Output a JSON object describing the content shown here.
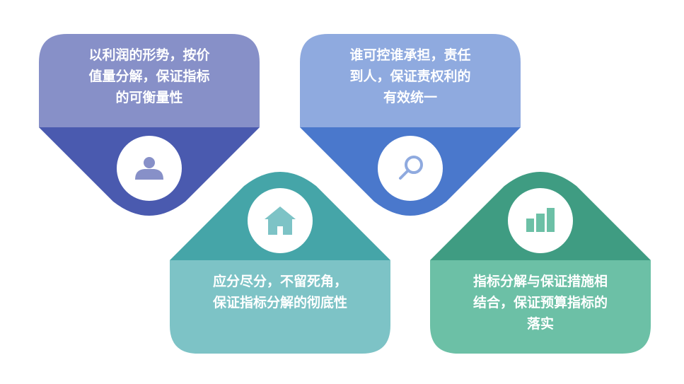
{
  "colors": {
    "card1_light": "#8790c8",
    "card1_dark": "#4a5aaf",
    "card2_light": "#8faadf",
    "card2_dark": "#4a78cc",
    "card3_light": "#7dc3c6",
    "card3_dark": "#45a5a8",
    "card4_light": "#6cc0a6",
    "card4_dark": "#3f9c82"
  },
  "cards": [
    {
      "icon": "user-icon",
      "lines": [
        "以利润的形势，按价",
        "值量分解，保证指标",
        "的可衡量性"
      ]
    },
    {
      "icon": "search-icon",
      "lines": [
        "谁可控谁承担，责任",
        "到人，保证责权利的",
        "有效统一"
      ]
    },
    {
      "icon": "home-icon",
      "lines": [
        "应分尽分，不留死角，",
        "保证指标分解的彻底性"
      ]
    },
    {
      "icon": "bar-chart-icon",
      "lines": [
        "指标分解与保证措施相",
        "结合，保证预算指标的",
        "落实"
      ]
    }
  ]
}
